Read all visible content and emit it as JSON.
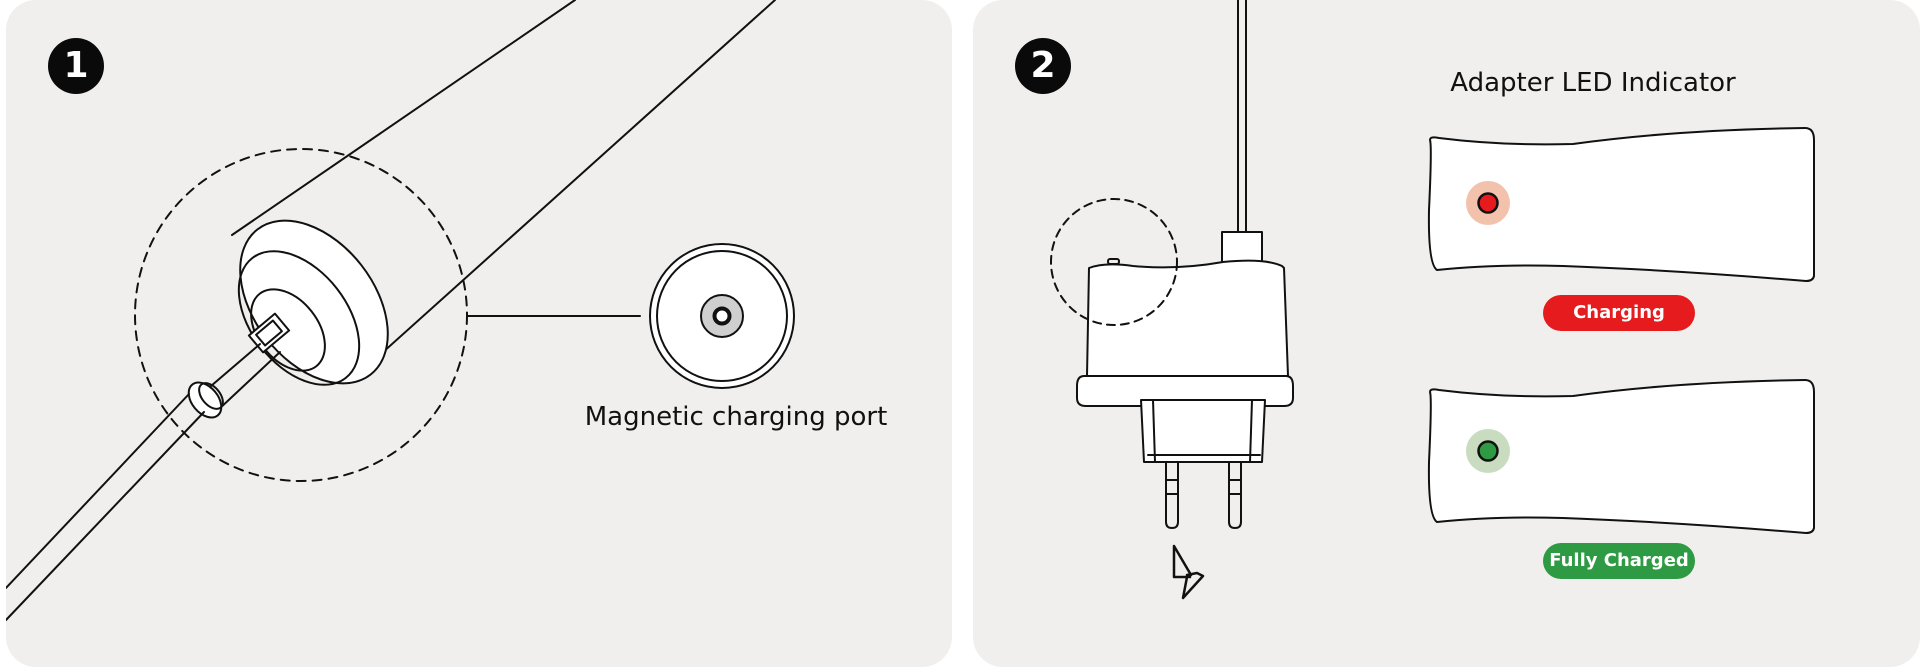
{
  "colors": {
    "panel_background": "#f0efed",
    "badge_background": "#0a0a0a",
    "charging_red": "#e51b1e",
    "charged_green": "#2e9a43",
    "led_red_glow": "#f3c2ad",
    "led_green_glow": "#c9dcc0"
  },
  "step_1": {
    "number": "1",
    "port_caption": "Magnetic charging port"
  },
  "step_2": {
    "number": "2",
    "indicator_title": "Adapter LED Indicator",
    "statuses": [
      {
        "label": "Charging",
        "color": "#e51b1e",
        "led": "red"
      },
      {
        "label": "Fully Charged",
        "color": "#2e9a43",
        "led": "green"
      }
    ]
  },
  "icons": [
    "step-1-badge",
    "step-2-badge",
    "magnetic-port-icon",
    "lightning-bolt-icon",
    "power-adapter-icon",
    "charging-cable-icon",
    "device-body-icon"
  ]
}
